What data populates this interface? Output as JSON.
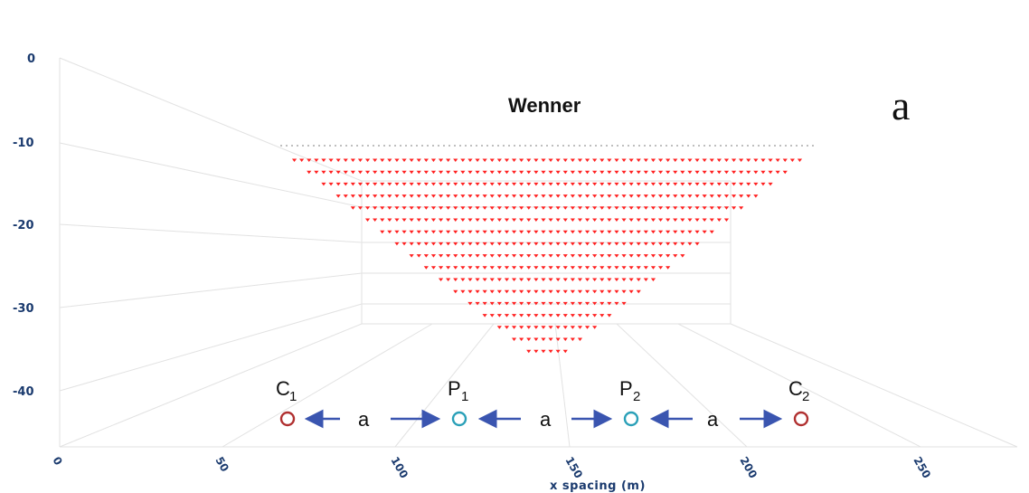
{
  "title": "Wenner",
  "panel_label": "a",
  "colors": {
    "point": "#ff2020",
    "dotted_line": "#aaaaaa",
    "axis_text": "#1a3a6e",
    "current_electrode": "#b03030",
    "potential_electrode": "#2aa0b8",
    "arrow": "#3a55b0",
    "grid": "#e2e2e2"
  },
  "y_axis": {
    "ticks": [
      "0",
      "-10",
      "-20",
      "-30",
      "-40"
    ]
  },
  "x_axis": {
    "ticks": [
      "0",
      "50",
      "100",
      "150",
      "200",
      "250"
    ],
    "label": "x spacing (m)"
  },
  "pseudosection": {
    "rows": 17,
    "top_row_points": 70,
    "points_removed_per_row": 4
  },
  "electrodes": [
    {
      "name": "C",
      "sub": "1",
      "type": "current"
    },
    {
      "name": "P",
      "sub": "1",
      "type": "potential"
    },
    {
      "name": "P",
      "sub": "2",
      "type": "potential"
    },
    {
      "name": "C",
      "sub": "2",
      "type": "current"
    }
  ],
  "spacing_label": "a"
}
